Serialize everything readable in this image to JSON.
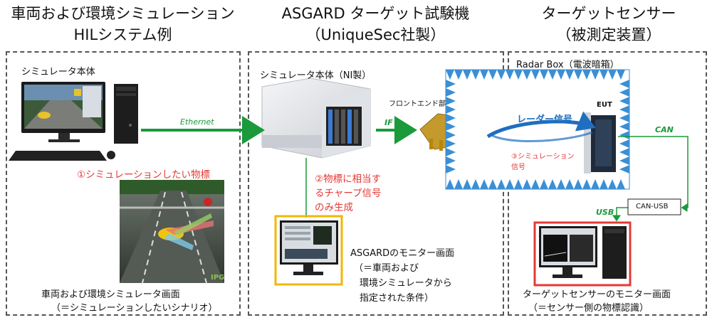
{
  "headers": {
    "left": [
      "車両および環境シミュレーション",
      "HILシステム例"
    ],
    "middle": [
      "ASGARD ターゲット試験機",
      "（UniqueSec社製）"
    ],
    "right": [
      "ターゲットセンサー",
      "（被測定装置）"
    ]
  },
  "left": {
    "simulator_label": "シミュレータ本体",
    "object_label": "①シミュレーションしたい物標",
    "screen_caption": [
      "車両および環境シミュレータ画面",
      "（＝シミュレーションしたいシナリオ）"
    ],
    "screen_logo": "IPG"
  },
  "middle": {
    "simulator_label": "シミュレータ本体（NI製）",
    "frontend_label": "フロントエンド部",
    "chirp_label": [
      "②物標に相当す",
      "るチャープ信号",
      "のみ生成"
    ],
    "monitor_caption": [
      "ASGARDのモニター画面",
      "（＝車両および",
      "環境シミュレータから",
      "指定された条件）"
    ]
  },
  "right": {
    "radar_box_label": "Radar Box（電波暗箱）",
    "eut_label": "EUT",
    "radar_signal_label": "レーダー信号",
    "sim_signal_label": [
      "③シミュレーション",
      "信号"
    ],
    "can_usb_label": "CAN-USB",
    "monitor_caption": [
      "ターゲットセンサーのモニター画面",
      "（＝センサー側の物標認識）"
    ]
  },
  "links": {
    "ethernet": "Ethernet",
    "if": "IF",
    "can": "CAN",
    "usb": "USB"
  },
  "colors": {
    "link_green": "#1a9a3a",
    "highlight_red": "#e53935",
    "monitor_yellow": "#f2b705",
    "radar_signal_blue": "#1e6fbf",
    "absorber_blue": "#3a8fd6"
  }
}
